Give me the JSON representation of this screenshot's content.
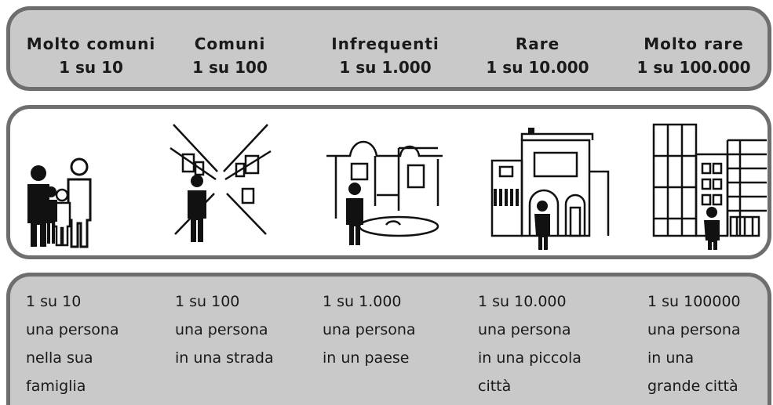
{
  "header": {
    "columns": [
      {
        "name": "Molto comuni",
        "ratio": "1 su 10"
      },
      {
        "name": "Comuni",
        "ratio": "1 su 100"
      },
      {
        "name": "Infrequenti",
        "ratio": "1 su 1.000"
      },
      {
        "name": "Rare",
        "ratio": "1 su 10.000"
      },
      {
        "name": "Molto rare",
        "ratio": "1 su 100.000"
      }
    ]
  },
  "pictures": [
    {
      "icon": "family-icon"
    },
    {
      "icon": "street-icon"
    },
    {
      "icon": "village-icon"
    },
    {
      "icon": "small-town-icon"
    },
    {
      "icon": "big-city-icon"
    }
  ],
  "descriptions": [
    {
      "lines": [
        "1 su 10",
        "una persona",
        "nella sua",
        "famiglia"
      ]
    },
    {
      "lines": [
        "1 su 100",
        "una persona",
        "in una strada"
      ]
    },
    {
      "lines": [
        "1 su 1.000",
        "una persona",
        "in un paese"
      ]
    },
    {
      "lines": [
        "1 su 10.000",
        "una persona",
        "in una piccola",
        "città"
      ]
    },
    {
      "lines": [
        "1 su 100000",
        "una persona",
        "in una",
        "grande città"
      ]
    }
  ]
}
